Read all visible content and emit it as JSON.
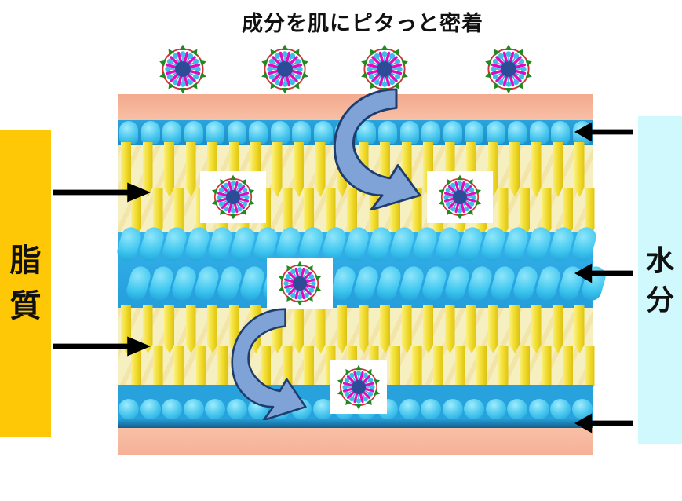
{
  "title": "成分を肌にピタっと密着",
  "labels": {
    "lipid": {
      "text": "脂質",
      "char1": "脂",
      "char2": "質",
      "box_color": "#FFC806"
    },
    "water": {
      "text": "水分",
      "char1": "水",
      "char2": "分",
      "box_color": "#CFF9FD"
    }
  },
  "diagram": {
    "top_micelle_count": 4,
    "embedded_micelle_count": 4,
    "layer_order": [
      "skin-surface",
      "water-bead-row",
      "lipid-layer",
      "water-layer",
      "lipid-layer",
      "water-bead-row",
      "skin-surface"
    ],
    "straight_arrows": {
      "lipid_pointers": 2,
      "water_pointers": 3
    },
    "curved_arrows": 2
  },
  "colors": {
    "skin_surface": "#F6B79D",
    "water_band": "#2BA9E4",
    "water_bead": "#3EC6F0",
    "lipid_background": "#F6EFC0",
    "lipid_tooth": "#F0DA28",
    "curved_arrow_fill": "#7FA3D7",
    "curved_arrow_border": "#1E3C6E",
    "straight_arrow": "#000000",
    "micelle_core": "#2C4C97",
    "micelle_ring": "#D13434",
    "micelle_pin_magenta": "#E608BE",
    "micelle_head_cyan": "#3FBBE8",
    "micelle_spike_green": "#1F8A1F",
    "lipid_label_bg": "#FFC806",
    "water_label_bg": "#CFF9FD"
  }
}
